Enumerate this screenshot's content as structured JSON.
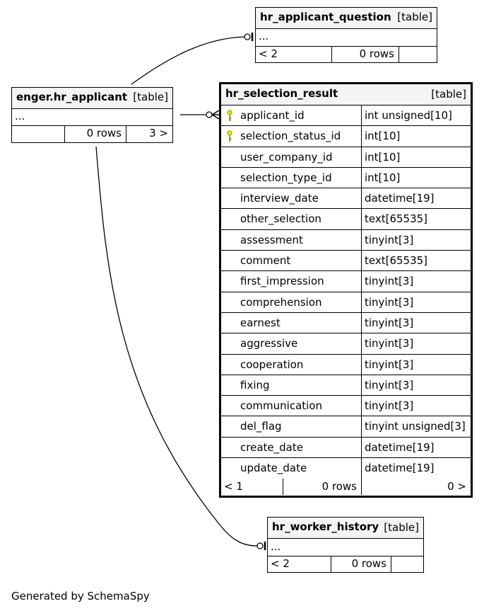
{
  "tables": {
    "question": {
      "name": "hr_applicant_question",
      "kind": "[table]",
      "placeholder": "...",
      "footer": {
        "left": "< 2",
        "mid": "0 rows",
        "right": ""
      }
    },
    "applicant": {
      "name": "enger.hr_applicant",
      "kind": "[table]",
      "placeholder": "...",
      "footer": {
        "left": "",
        "mid": "0 rows",
        "right": "3 >"
      }
    },
    "result": {
      "name": "hr_selection_result",
      "kind": "[table]",
      "columns": [
        {
          "name": "applicant_id",
          "type": "int unsigned[10]",
          "key": true
        },
        {
          "name": "selection_status_id",
          "type": "int[10]",
          "key": true
        },
        {
          "name": "user_company_id",
          "type": "int[10]",
          "key": false
        },
        {
          "name": "selection_type_id",
          "type": "int[10]",
          "key": false
        },
        {
          "name": "interview_date",
          "type": "datetime[19]",
          "key": false
        },
        {
          "name": "other_selection",
          "type": "text[65535]",
          "key": false
        },
        {
          "name": "assessment",
          "type": "tinyint[3]",
          "key": false
        },
        {
          "name": "comment",
          "type": "text[65535]",
          "key": false
        },
        {
          "name": "first_impression",
          "type": "tinyint[3]",
          "key": false
        },
        {
          "name": "comprehension",
          "type": "tinyint[3]",
          "key": false
        },
        {
          "name": "earnest",
          "type": "tinyint[3]",
          "key": false
        },
        {
          "name": "aggressive",
          "type": "tinyint[3]",
          "key": false
        },
        {
          "name": "cooperation",
          "type": "tinyint[3]",
          "key": false
        },
        {
          "name": "fixing",
          "type": "tinyint[3]",
          "key": false
        },
        {
          "name": "communication",
          "type": "tinyint[3]",
          "key": false
        },
        {
          "name": "del_flag",
          "type": "tinyint unsigned[3]",
          "key": false
        },
        {
          "name": "create_date",
          "type": "datetime[19]",
          "key": false
        },
        {
          "name": "update_date",
          "type": "datetime[19]",
          "key": false
        }
      ],
      "footer": {
        "left": "< 1",
        "mid": "0 rows",
        "right": "0 >"
      }
    },
    "history": {
      "name": "hr_worker_history",
      "kind": "[table]",
      "placeholder": "...",
      "footer": {
        "left": "< 2",
        "mid": "0 rows",
        "right": ""
      }
    }
  },
  "colors": {
    "key": "#e6e600",
    "header_bg": "#f4f4f4",
    "line": "#000000"
  },
  "generated_by": "Generated by SchemaSpy"
}
